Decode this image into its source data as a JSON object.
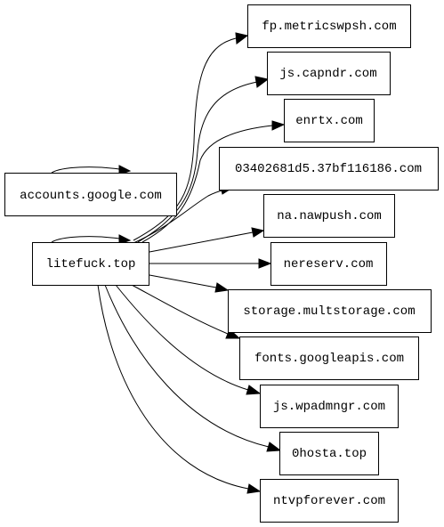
{
  "graph": {
    "nodes": {
      "accounts": "accounts.google.com",
      "litefuck": "litefuck.top",
      "fp": "fp.metricswpsh.com",
      "capndr": "js.capndr.com",
      "enrtx": "enrtx.com",
      "hex": "03402681d5.37bf116186.com",
      "nawpush": "na.nawpush.com",
      "nereserv": "nereserv.com",
      "storage": "storage.multstorage.com",
      "fonts": "fonts.googleapis.com",
      "wpadmngr": "js.wpadmngr.com",
      "hosta": "0hosta.top",
      "ntvp": "ntvpforever.com"
    },
    "edges": [
      [
        "accounts",
        "accounts"
      ],
      [
        "litefuck",
        "litefuck"
      ],
      [
        "litefuck",
        "fp"
      ],
      [
        "litefuck",
        "capndr"
      ],
      [
        "litefuck",
        "enrtx"
      ],
      [
        "litefuck",
        "hex"
      ],
      [
        "litefuck",
        "nawpush"
      ],
      [
        "litefuck",
        "nereserv"
      ],
      [
        "litefuck",
        "storage"
      ],
      [
        "litefuck",
        "fonts"
      ],
      [
        "litefuck",
        "wpadmngr"
      ],
      [
        "litefuck",
        "hosta"
      ],
      [
        "litefuck",
        "ntvp"
      ]
    ]
  }
}
